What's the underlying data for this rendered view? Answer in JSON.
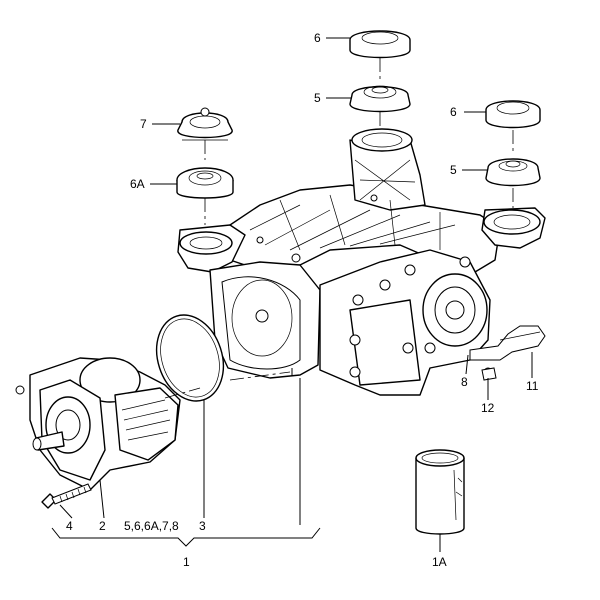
{
  "labels": {
    "l1": "1",
    "l1A": "1A",
    "l2": "2",
    "l3": "3",
    "l4": "4",
    "l5a": "5",
    "l5b": "5",
    "l6a": "6",
    "l6b": "6",
    "l6A": "6A",
    "l7": "7",
    "l8": "8",
    "l11": "11",
    "l12": "12",
    "lgroup": "5,6,6A,7,8"
  }
}
